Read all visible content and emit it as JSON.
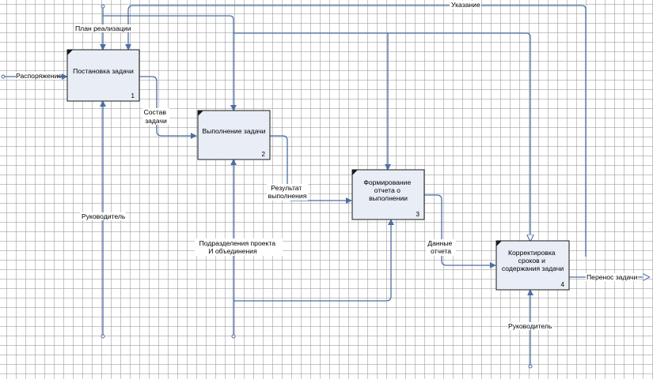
{
  "blocks": [
    {
      "title": "Постановка задачи",
      "number": "1"
    },
    {
      "title": "Выполнение задачи",
      "number": "2"
    },
    {
      "title": "Формирование отчета о выполнении",
      "number": "3"
    },
    {
      "title": "Корректировка сроков и содержания задачи",
      "number": "4"
    }
  ],
  "arrows": {
    "rasporyazhenie": "Распоряжение",
    "plan": "План реализации",
    "ukazanie": "Указание",
    "sostav": "Состав задачи",
    "rezultat": "Результат выполнения",
    "dannye": "Данные отчета",
    "perenos": "Перенос задачи",
    "rukovoditel1": "Руководитель",
    "podrazdeleniya": "Подразделения проекта И объединения",
    "rukovoditel4": "Руководитель"
  },
  "colors": {
    "arrow": "#4a6fa5",
    "box_fill": "#e8edf6",
    "box_stroke": "#1a1a1a"
  }
}
